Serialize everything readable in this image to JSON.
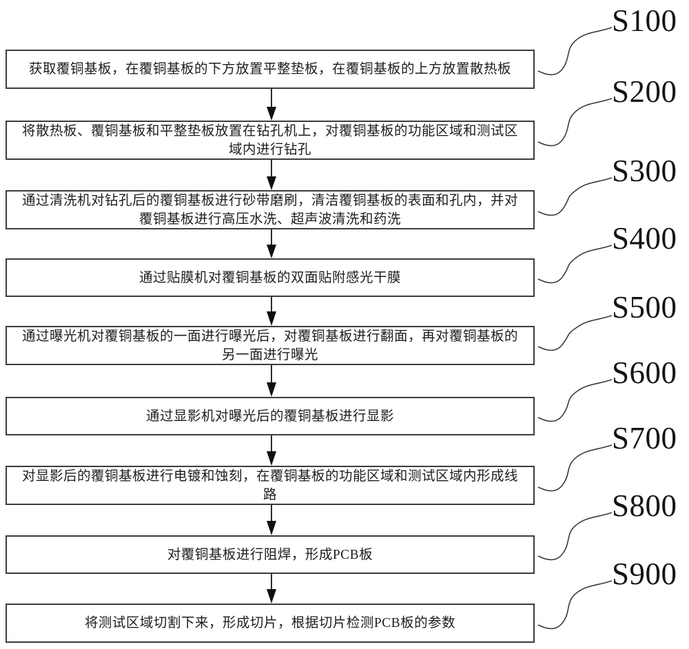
{
  "figure": {
    "type": "flowchart",
    "steps": [
      {
        "label": "S100",
        "text": "获取覆铜基板，在覆铜基板的下方放置平整垫板，在覆铜基板的上方放置散热板"
      },
      {
        "label": "S200",
        "text": "将散热板、覆铜基板和平整垫板放置在钻孔机上，对覆铜基板的功能区域和测试区域内进行钻孔"
      },
      {
        "label": "S300",
        "text": "通过清洗机对钻孔后的覆铜基板进行砂带磨刷，清洁覆铜基板的表面和孔内，并对覆铜基板进行高压水洗、超声波清洗和药洗"
      },
      {
        "label": "S400",
        "text": "通过贴膜机对覆铜基板的双面贴附感光干膜"
      },
      {
        "label": "S500",
        "text": "通过曝光机对覆铜基板的一面进行曝光后，对覆铜基板进行翻面，再对覆铜基板的另一面进行曝光"
      },
      {
        "label": "S600",
        "text": "通过显影机对曝光后的覆铜基板进行显影"
      },
      {
        "label": "S700",
        "text": "对显影后的覆铜基板进行电镀和蚀刻，在覆铜基板的功能区域和测试区域内形成线路"
      },
      {
        "label": "S800",
        "text": "对覆铜基板进行阻焊，形成PCB板"
      },
      {
        "label": "S900",
        "text": "将测试区域切割下来，形成切片，根据切片检测PCB板的参数"
      }
    ],
    "colors": {
      "box_border": "#3c3c3c",
      "text": "#1d1d1d",
      "background": "#ffffff"
    }
  }
}
